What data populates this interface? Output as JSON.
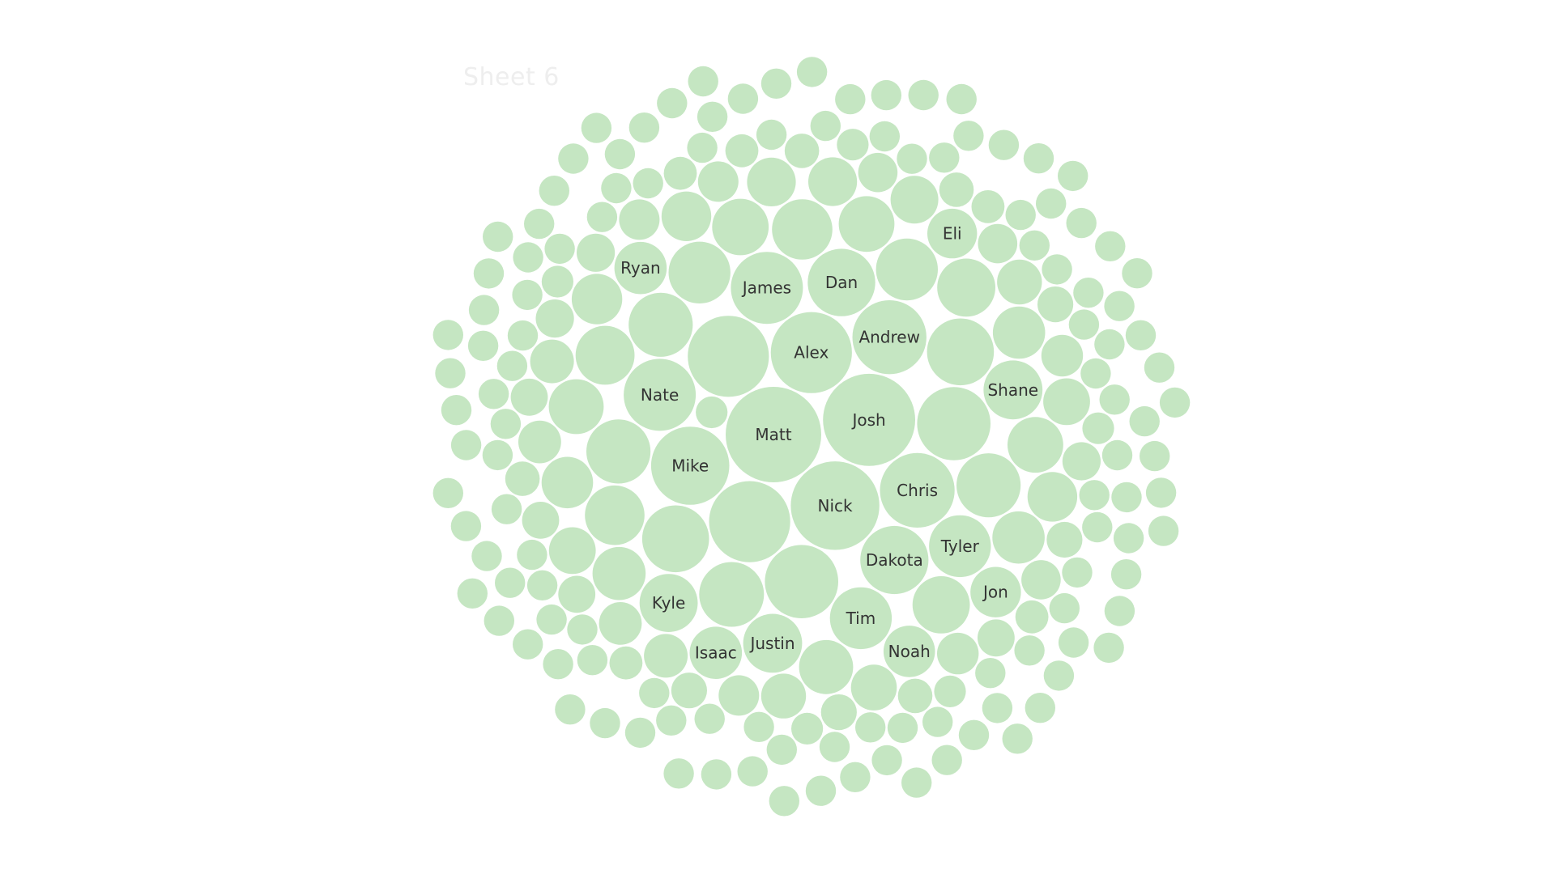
{
  "sheet": {
    "title": "Sheet 6"
  },
  "colors": {
    "bubble": "#c5e6c2",
    "label": "#333333",
    "background": "#ffffff"
  },
  "chart_data": {
    "type": "bubble",
    "layout": "packed",
    "labeled_bubbles": [
      {
        "name": "Matt",
        "value": 100
      },
      {
        "name": "Josh",
        "value": 93
      },
      {
        "name": "Nick",
        "value": 86
      },
      {
        "name": "Alex",
        "value": 72
      },
      {
        "name": "Mike",
        "value": 67
      },
      {
        "name": "Chris",
        "value": 61
      },
      {
        "name": "Andrew",
        "value": 60
      },
      {
        "name": "Nate",
        "value": 57
      },
      {
        "name": "James",
        "value": 57
      },
      {
        "name": "Dakota",
        "value": 51
      },
      {
        "name": "Dan",
        "value": 50
      },
      {
        "name": "Justin",
        "value": 38
      },
      {
        "name": "Tyler",
        "value": 42
      },
      {
        "name": "Tim",
        "value": 42
      },
      {
        "name": "Shane",
        "value": 38
      },
      {
        "name": "Kyle",
        "value": 37
      },
      {
        "name": "Ryan",
        "value": 30
      },
      {
        "name": "Isaac",
        "value": 30
      },
      {
        "name": "Noah",
        "value": 29
      },
      {
        "name": "Eli",
        "value": 27
      },
      {
        "name": "Jon",
        "value": 28
      }
    ],
    "unlabeled_values": [
      72,
      72,
      59,
      59,
      49,
      49,
      46,
      45,
      45,
      45,
      42,
      42,
      40,
      39,
      38,
      37,
      36,
      35,
      34,
      34,
      33,
      32,
      31,
      30,
      30,
      29,
      28,
      27,
      27,
      26,
      26,
      25,
      24,
      24,
      23,
      22,
      22,
      21,
      21,
      20,
      20,
      19,
      19,
      18,
      18,
      18,
      17,
      17,
      17,
      16,
      16,
      16,
      15,
      15,
      15,
      15,
      14,
      14,
      14,
      14,
      13,
      13,
      13,
      13,
      12,
      12,
      12,
      12,
      12,
      11,
      11,
      11,
      11,
      11,
      11,
      10,
      10,
      10,
      10,
      10,
      10,
      10,
      10,
      10,
      10,
      10,
      10,
      10,
      10,
      10,
      10,
      10,
      10,
      10,
      10,
      10,
      10,
      10,
      10,
      10,
      10,
      10,
      10,
      10,
      10,
      10,
      10,
      10,
      10,
      10,
      10,
      10,
      10,
      10,
      10,
      10,
      10,
      10,
      10,
      10,
      10,
      10,
      10,
      10,
      10,
      10,
      10,
      10,
      10,
      10,
      10,
      10,
      10,
      10,
      10,
      10,
      10,
      10,
      10,
      10,
      10,
      10,
      10,
      10,
      10,
      10,
      10,
      10,
      10,
      10,
      10,
      10,
      10,
      10,
      10,
      10,
      10,
      10,
      10,
      10,
      10,
      10,
      10,
      10,
      10,
      10,
      10,
      10,
      10,
      10,
      10,
      10,
      10,
      10,
      10,
      10,
      10,
      10,
      10,
      10,
      10,
      10,
      10,
      10,
      10,
      10,
      10,
      10,
      10,
      10,
      10,
      10,
      10
    ]
  }
}
